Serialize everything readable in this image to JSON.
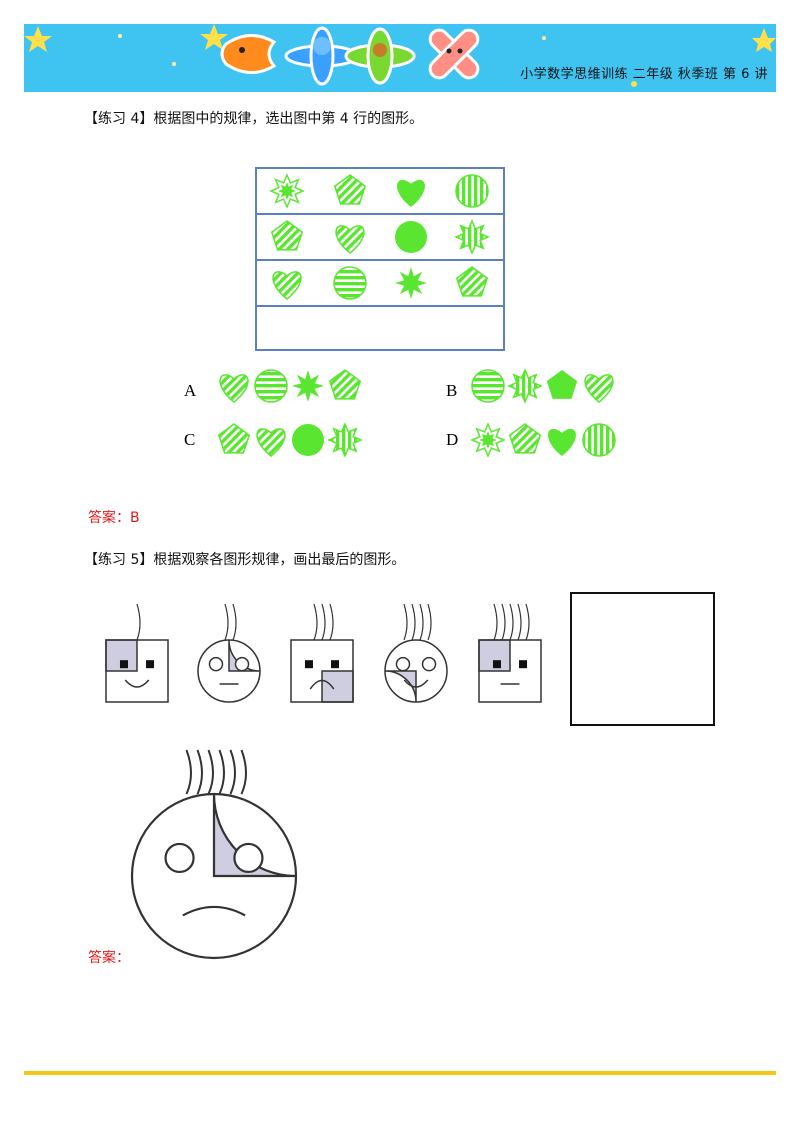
{
  "header": {
    "title": "小学数学思维训练  二年级  秋季班  第 6 讲",
    "colors": {
      "banner": "#3fc4f2",
      "footer_line": "#f5c518"
    }
  },
  "exercise4": {
    "prompt": "【练习 4】根据图中的规律，选出图中第 4 行的图形。",
    "grid": [
      [
        "star-burst",
        "pentagon-striped",
        "heart-solid",
        "circle-striped-vertical"
      ],
      [
        "pentagon-striped",
        "heart-striped",
        "circle-solid",
        "star-burst-striped"
      ],
      [
        "heart-striped",
        "circle-striped",
        "star-solid",
        "pentagon-striped"
      ],
      []
    ],
    "options": [
      {
        "letter": "A",
        "shapes": [
          "heart-striped",
          "circle-striped",
          "star-solid",
          "pentagon-striped"
        ]
      },
      {
        "letter": "B",
        "shapes": [
          "circle-striped",
          "star-burst-striped",
          "pentagon-solid",
          "heart-striped"
        ]
      },
      {
        "letter": "C",
        "shapes": [
          "pentagon-striped",
          "heart-striped",
          "circle-solid",
          "star-burst-striped"
        ]
      },
      {
        "letter": "D",
        "shapes": [
          "star-burst",
          "pentagon-striped",
          "heart-solid",
          "circle-striped-vertical"
        ]
      }
    ],
    "answer": "答案：B",
    "shape_color": "#5ae630"
  },
  "exercise5": {
    "prompt": "【练习 5】根据观察各图形规律，画出最后的图形。",
    "faces": [
      {
        "shape": "square",
        "hairs": 1,
        "eyes": "dots",
        "mouth": "smile",
        "shaded_quadrant": "top-left"
      },
      {
        "shape": "circle",
        "hairs": 2,
        "eyes": "circles",
        "mouth": "flat",
        "shaded_quadrant": "top-right"
      },
      {
        "shape": "square",
        "hairs": 3,
        "eyes": "dots",
        "mouth": "frown",
        "shaded_quadrant": "bottom-right"
      },
      {
        "shape": "circle",
        "hairs": 4,
        "eyes": "circles",
        "mouth": "smile",
        "shaded_quadrant": "bottom-left"
      },
      {
        "shape": "square",
        "hairs": 5,
        "eyes": "dots",
        "mouth": "flat",
        "shaded_quadrant": "top-left"
      }
    ],
    "answer_face": {
      "shape": "circle",
      "hairs": 6,
      "eyes": "circles",
      "mouth": "frown",
      "shaded_quadrant": "top-right"
    },
    "answer": "答案：",
    "shade_color": "#cfcde0"
  }
}
